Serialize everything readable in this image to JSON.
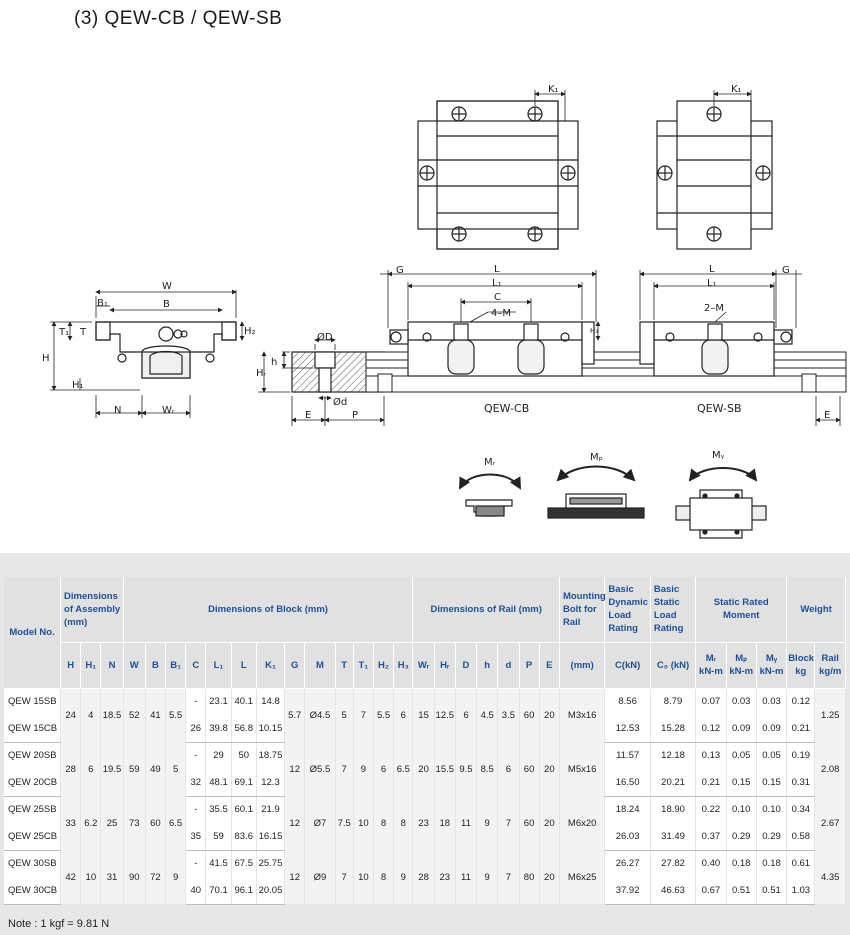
{
  "title": "(3) QEW-CB / QEW-SB",
  "drawing": {
    "front": {
      "W": "W",
      "B": "B",
      "B1": "B₁",
      "T": "T",
      "T1": "T₁",
      "H": "H",
      "H1": "H₁",
      "H2": "H₂",
      "N": "N",
      "WR": "Wᵣ"
    },
    "rail": {
      "D": "ØD",
      "d": "Ød",
      "h": "h",
      "HR": "Hᵣ",
      "E": "E",
      "P": "P"
    },
    "cb": {
      "G": "G",
      "L": "L",
      "L1": "L₁",
      "C": "C",
      "M": "4–M",
      "H3": "H₃",
      "K1": "K₁",
      "name": "QEW-CB"
    },
    "sb": {
      "G": "G",
      "L": "L",
      "L1": "L₁",
      "M": "2–M",
      "E": "E",
      "K1": "K₁",
      "name": "QEW-SB"
    },
    "moments": {
      "MR": "Mᵣ",
      "MP": "Mₚ",
      "MY": "Mᵧ"
    }
  },
  "table": {
    "headers": {
      "model": "Model No.",
      "assembly": "Dimensions of Assembly (mm)",
      "block": "Dimensions of Block (mm)",
      "rail": "Dimensions of Rail (mm)",
      "bolt": "Mounting Bolt for Rail",
      "dyn": "Basic Dynamic Load Rating",
      "stat": "Basic Static Load Rating",
      "moment": "Static Rated Moment",
      "weight": "Weight",
      "block_w": "Block",
      "rail_w": "Rail",
      "cols": [
        "H",
        "H₁",
        "N",
        "W",
        "B",
        "B₁",
        "C",
        "L₁",
        "L",
        "K₁",
        "G",
        "M",
        "T",
        "T₁",
        "H₂",
        "H₃",
        "Wᵣ",
        "Hᵣ",
        "D",
        "h",
        "d",
        "P",
        "E"
      ],
      "bolt_unit": "(mm)",
      "dyn_unit": "C(kN)",
      "stat_unit": "C₀ (kN)",
      "mr": "Mᵣ",
      "mp": "Mₚ",
      "my": "Mᵧ",
      "knm": "kN-m",
      "kg": "kg",
      "kgm": "kg/m"
    },
    "groups": [
      {
        "shared": {
          "H": "24",
          "H1": "4",
          "N": "18.5",
          "W": "52",
          "B": "41",
          "B1": "5.5",
          "G": "5.7",
          "M": "Ø4.5",
          "T": "5",
          "T1": "7",
          "H2": "5.5",
          "H3": "6",
          "WR": "15",
          "HR": "12.5",
          "D": "6",
          "h": "4.5",
          "d": "3.5",
          "P": "60",
          "E": "20",
          "bolt": "M3x16",
          "rail_w": "1.25"
        },
        "rows": [
          {
            "model": "QEW 15SB",
            "C": "-",
            "L1": "23.1",
            "L": "40.1",
            "K1": "14.8",
            "dyn": "8.56",
            "stat": "8.79",
            "mr": "0.07",
            "mp": "0.03",
            "my": "0.03",
            "block_w": "0.12"
          },
          {
            "model": "QEW 15CB",
            "C": "26",
            "L1": "39.8",
            "L": "56.8",
            "K1": "10.15",
            "dyn": "12.53",
            "stat": "15.28",
            "mr": "0.12",
            "mp": "0.09",
            "my": "0.09",
            "block_w": "0.21"
          }
        ]
      },
      {
        "shared": {
          "H": "28",
          "H1": "6",
          "N": "19.5",
          "W": "59",
          "B": "49",
          "B1": "5",
          "G": "12",
          "M": "Ø5.5",
          "T": "7",
          "T1": "9",
          "H2": "6",
          "H3": "6.5",
          "WR": "20",
          "HR": "15.5",
          "D": "9.5",
          "h": "8.5",
          "d": "6",
          "P": "60",
          "E": "20",
          "bolt": "M5x16",
          "rail_w": "2.08"
        },
        "rows": [
          {
            "model": "QEW 20SB",
            "C": "-",
            "L1": "29",
            "L": "50",
            "K1": "18.75",
            "dyn": "11.57",
            "stat": "12.18",
            "mr": "0.13",
            "mp": "0.05",
            "my": "0.05",
            "block_w": "0.19"
          },
          {
            "model": "QEW 20CB",
            "C": "32",
            "L1": "48.1",
            "L": "69.1",
            "K1": "12.3",
            "dyn": "16.50",
            "stat": "20.21",
            "mr": "0.21",
            "mp": "0.15",
            "my": "0.15",
            "block_w": "0.31"
          }
        ]
      },
      {
        "shared": {
          "H": "33",
          "H1": "6.2",
          "N": "25",
          "W": "73",
          "B": "60",
          "B1": "6.5",
          "G": "12",
          "M": "Ø7",
          "T": "7.5",
          "T1": "10",
          "H2": "8",
          "H3": "8",
          "WR": "23",
          "HR": "18",
          "D": "11",
          "h": "9",
          "d": "7",
          "P": "60",
          "E": "20",
          "bolt": "M6x20",
          "rail_w": "2.67"
        },
        "rows": [
          {
            "model": "QEW 25SB",
            "C": "-",
            "L1": "35.5",
            "L": "60.1",
            "K1": "21.9",
            "dyn": "18.24",
            "stat": "18.90",
            "mr": "0.22",
            "mp": "0.10",
            "my": "0.10",
            "block_w": "0.34"
          },
          {
            "model": "QEW 25CB",
            "C": "35",
            "L1": "59",
            "L": "83.6",
            "K1": "16.15",
            "dyn": "26.03",
            "stat": "31.49",
            "mr": "0.37",
            "mp": "0.29",
            "my": "0.29",
            "block_w": "0.58"
          }
        ]
      },
      {
        "shared": {
          "H": "42",
          "H1": "10",
          "N": "31",
          "W": "90",
          "B": "72",
          "B1": "9",
          "G": "12",
          "M": "Ø9",
          "T": "7",
          "T1": "10",
          "H2": "8",
          "H3": "9",
          "WR": "28",
          "HR": "23",
          "D": "11",
          "h": "9",
          "d": "7",
          "P": "80",
          "E": "20",
          "bolt": "M6x25",
          "rail_w": "4.35"
        },
        "rows": [
          {
            "model": "QEW 30SB",
            "C": "-",
            "L1": "41.5",
            "L": "67.5",
            "K1": "25.75",
            "dyn": "26.27",
            "stat": "27.82",
            "mr": "0.40",
            "mp": "0.18",
            "my": "0.18",
            "block_w": "0.61"
          },
          {
            "model": "QEW 30CB",
            "C": "40",
            "L1": "70.1",
            "L": "96.1",
            "K1": "20.05",
            "dyn": "37.92",
            "stat": "46.63",
            "mr": "0.67",
            "mp": "0.51",
            "my": "0.51",
            "block_w": "1.03"
          }
        ]
      }
    ]
  },
  "note": "Note : 1 kgf = 9.81 N"
}
